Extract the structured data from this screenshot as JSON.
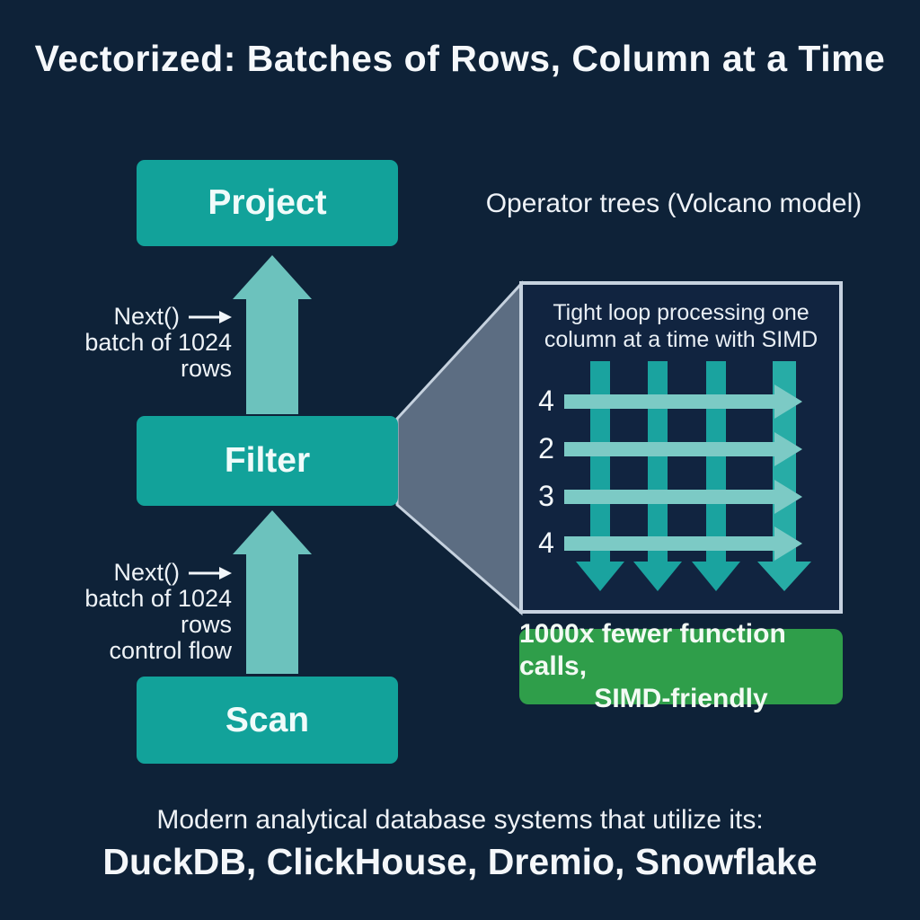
{
  "title": "Vectorized: Batches of Rows, Column at a Time",
  "flow": {
    "nodes": [
      {
        "label": "Project"
      },
      {
        "label": "Filter"
      },
      {
        "label": "Scan"
      }
    ],
    "edge_labels": [
      {
        "call": "Next()",
        "line2": "batch of 1024 rows",
        "line3": ""
      },
      {
        "call": "Next()",
        "line2": "batch of 1024 rows",
        "line3": "control flow"
      }
    ]
  },
  "right": {
    "heading": "Operator trees (Volcano model)",
    "panel": {
      "caption_line1": "Tight loop processing one",
      "caption_line2": "column at a time with SIMD",
      "row_values": [
        "4",
        "2",
        "3",
        "4"
      ]
    },
    "benefit": {
      "line1": "1000x fewer function calls,",
      "line2": "SIMD-friendly"
    }
  },
  "footer": {
    "line1": "Modern analytical database systems that utilize its:",
    "line2": "DuckDB, ClickHouse, Dremio, Snowflake"
  },
  "colors": {
    "background": "#0e2238",
    "operator_box_teal": "#12a29a",
    "flow_arrow_teal": "#6cc2bd",
    "grid_vertical_teal": "#1aa39f",
    "grid_horizontal_teal": "#7ccac5",
    "funnel_gray": "#5c6d82",
    "panel_border": "#c6d2df",
    "benefit_green": "#2f9e4a"
  }
}
